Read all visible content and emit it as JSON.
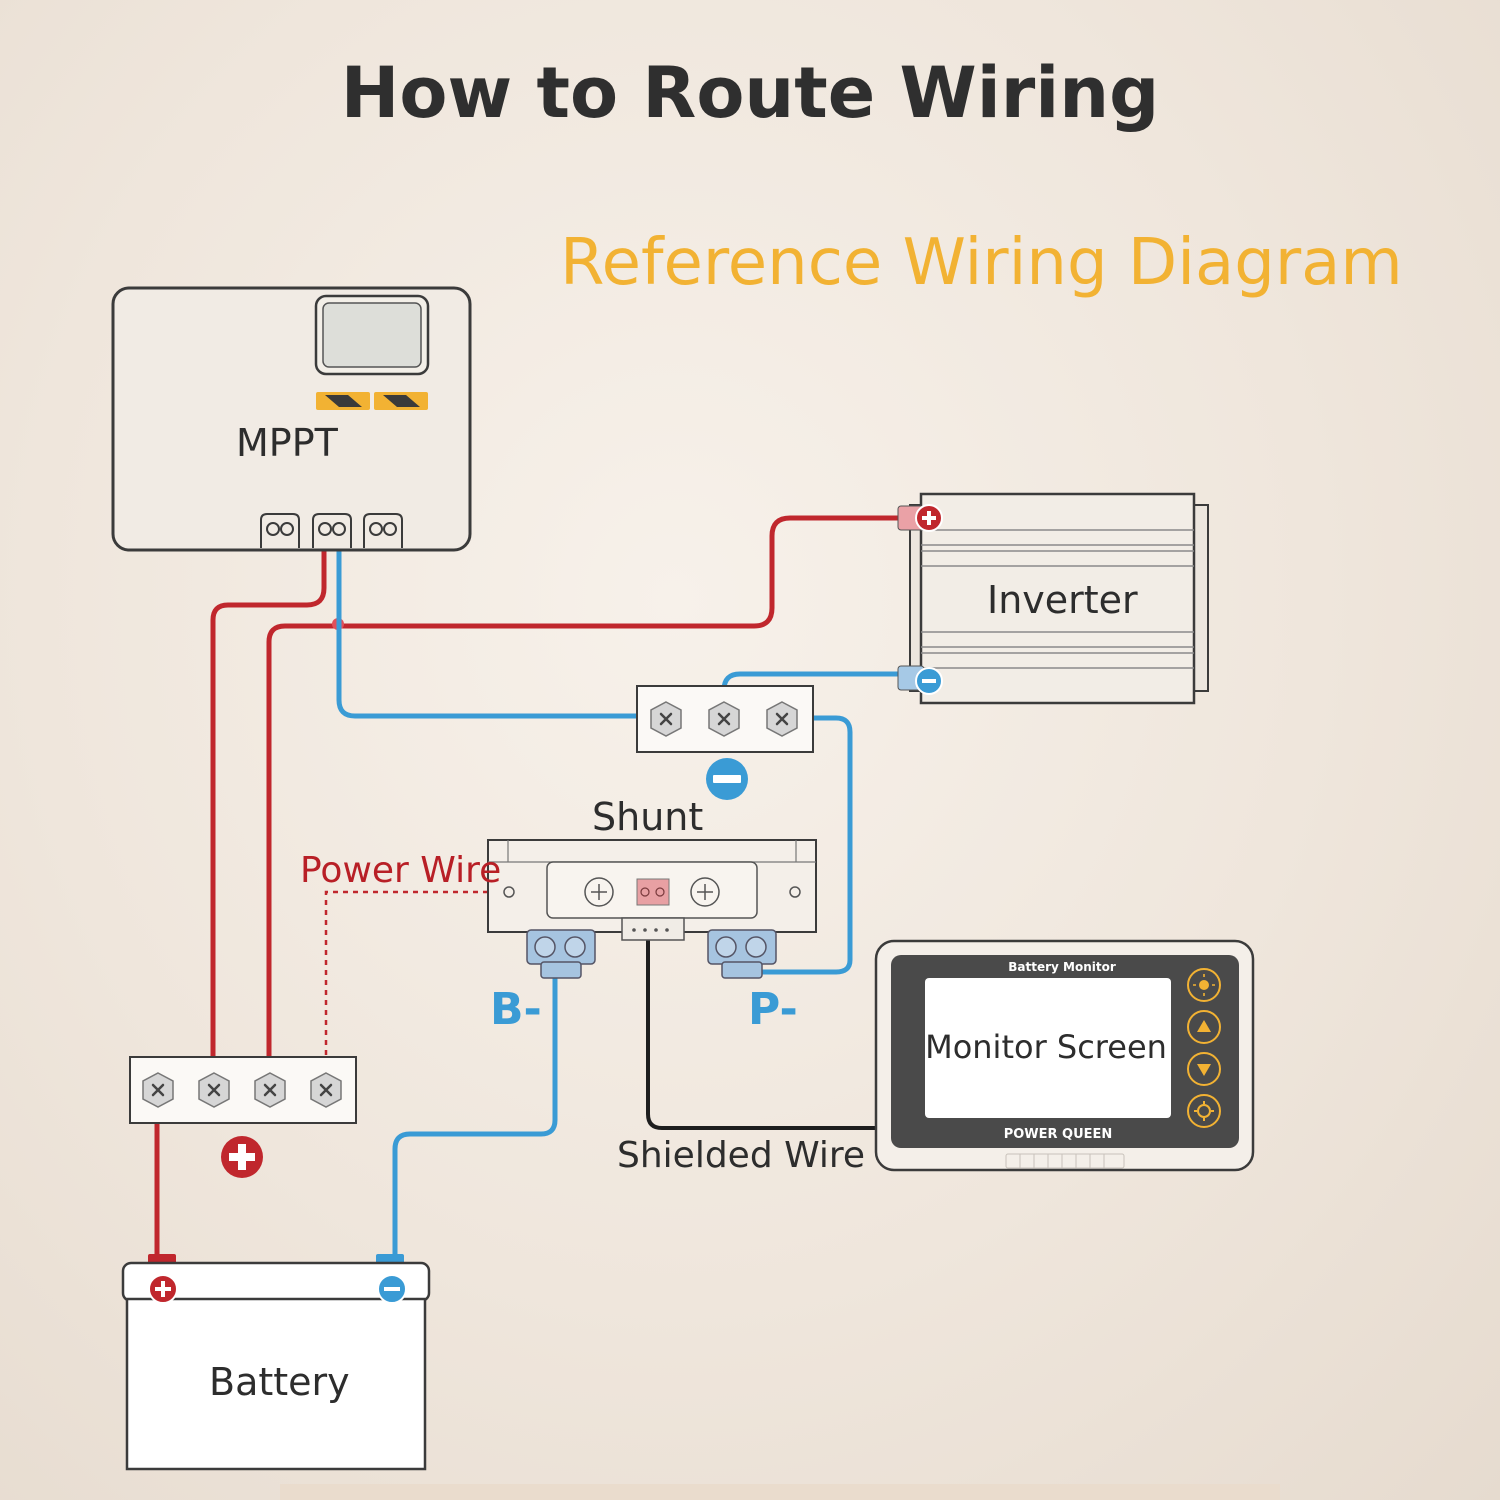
{
  "title": "How to Route Wiring",
  "subtitle": "Reference Wiring Diagram",
  "colors": {
    "positive_wire": "#c0272d",
    "negative_wire": "#3a9bd5",
    "power_wire_label": "#b81f26",
    "terminal_label": "#3a9bd5",
    "subtitle": "#f2b233",
    "shielded_wire": "#1e1e1e"
  },
  "components": {
    "mppt": "MPPT",
    "inverter": "Inverter",
    "shunt": "Shunt",
    "battery": "Battery",
    "monitor_header": "Battery Monitor",
    "monitor_screen": "Monitor Screen",
    "monitor_brand": "POWER QUEEN"
  },
  "labels": {
    "power_wire": "Power Wire",
    "shielded_wire": "Shielded Wire",
    "b_minus": "B-",
    "p_minus": "P-"
  },
  "icons": [
    "plus-icon",
    "minus-icon",
    "sun-icon",
    "up-arrow-icon",
    "down-arrow-icon",
    "gear-icon"
  ]
}
